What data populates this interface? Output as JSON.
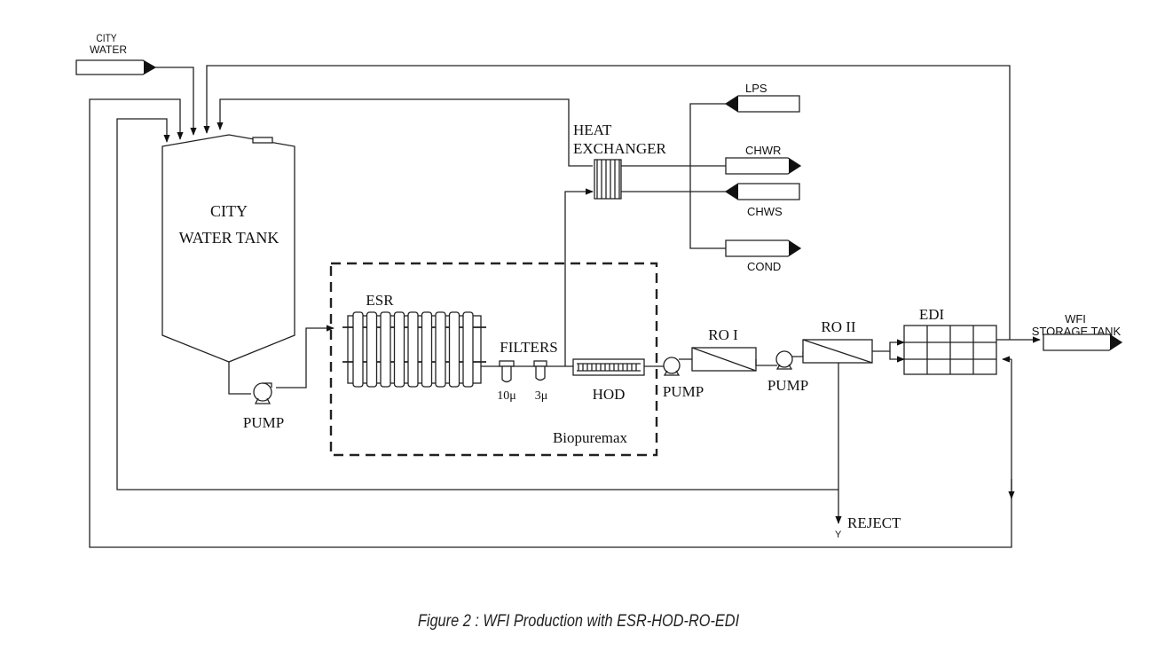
{
  "labels": {
    "city_water_source_line1": "CITY",
    "city_water_source_line2": "WATER",
    "tank_line1": "CITY",
    "tank_line2": "WATER TANK",
    "heat_exchanger_line1": "HEAT",
    "heat_exchanger_line2": "EXCHANGER",
    "lps": "LPS",
    "chwr": "CHWR",
    "chws": "CHWS",
    "cond": "COND",
    "esr": "ESR",
    "filters": "FILTERS",
    "filter_10": "10μ",
    "filter_3": "3μ",
    "hod": "HOD",
    "biopuremax": "Biopuremax",
    "pump_main": "PUMP",
    "pump_ro1": "PUMP",
    "pump_ro2": "PUMP",
    "ro1": "RO  I",
    "ro2": "RO  II",
    "edi": "EDI",
    "wfi_line1": "WFI",
    "wfi_line2": "STORAGE TANK",
    "reject": "REJECT"
  },
  "caption": "Figure 2 : WFI Production with ESR-HOD-RO-EDI",
  "colors": {
    "line": "#222222",
    "background": "#ffffff"
  }
}
